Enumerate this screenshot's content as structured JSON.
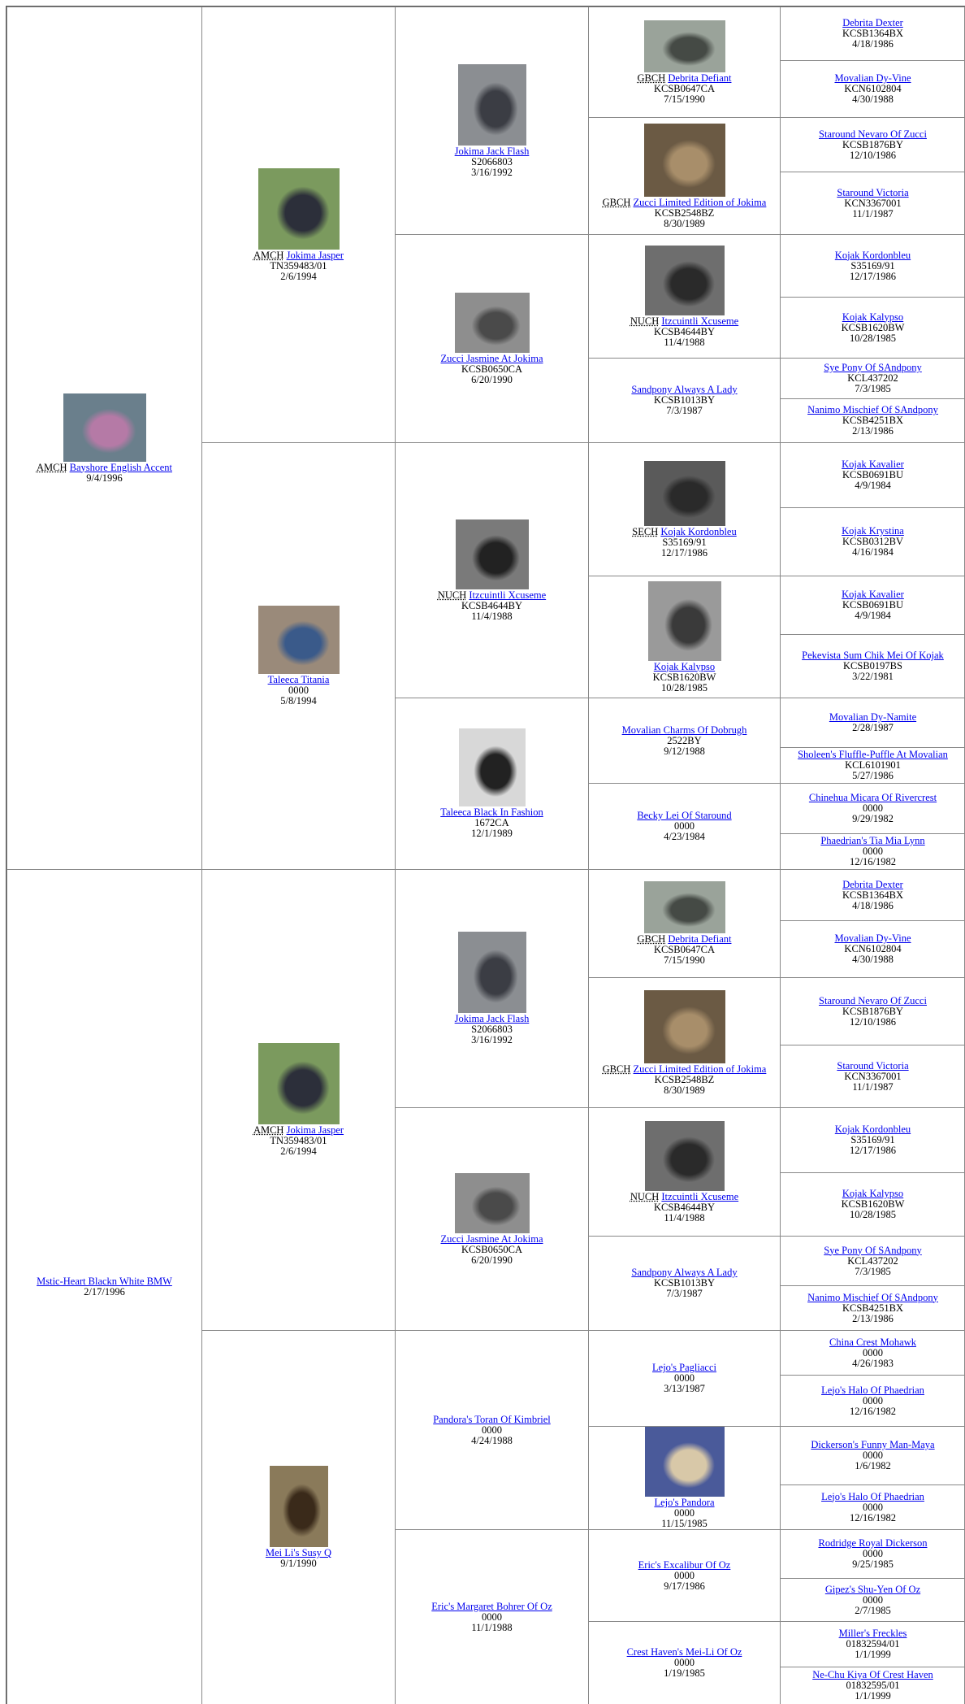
{
  "pedigree": [
    {
      "title": "AMCH",
      "name": "Bayshore English Accent",
      "lines": [
        "9/4/1996"
      ],
      "photo": {
        "bg": "#6a7f8c",
        "fg": "#b57aa6"
      }
    },
    {
      "title": "AMCH",
      "name": "Jokima Jasper",
      "lines": [
        "TN359483/01",
        "2/6/1994"
      ],
      "photo": {
        "bg": "#7b9a5e",
        "fg": "#2c2f3a"
      }
    },
    {
      "title": "",
      "name": "Jokima Jack Flash",
      "lines": [
        "S2066803",
        "3/16/1992"
      ],
      "photo": {
        "bg": "#8b8e92",
        "fg": "#3b3d44"
      }
    },
    {
      "title": "GBCH",
      "name": "Debrita Defiant",
      "lines": [
        "KCSB0647CA",
        "7/15/1990"
      ],
      "photo": {
        "bg": "#9aa39a",
        "fg": "#454a45"
      }
    },
    {
      "title": "",
      "name": "Debrita Dexter",
      "lines": [
        "KCSB1364BX",
        "4/18/1986"
      ]
    },
    {
      "title": "",
      "name": "Movalian Dy-Vine",
      "lines": [
        "KCN6102804",
        "4/30/1988"
      ]
    },
    {
      "title": "GBCH",
      "name": "Zucci Limited Edition of Jokima",
      "lines": [
        "KCSB2548BZ",
        "8/30/1989"
      ],
      "photo": {
        "bg": "#6b5a44",
        "fg": "#a88e6a"
      }
    },
    {
      "title": "",
      "name": "Staround Nevaro Of Zucci",
      "lines": [
        "KCSB1876BY",
        "12/10/1986"
      ]
    },
    {
      "title": "",
      "name": "Staround Victoria",
      "lines": [
        "KCN3367001",
        "11/1/1987"
      ]
    },
    {
      "title": "",
      "name": "Zucci Jasmine At Jokima",
      "lines": [
        "KCSB0650CA",
        "6/20/1990"
      ],
      "photo": {
        "bg": "#8e8e8e",
        "fg": "#4a4a4a"
      }
    },
    {
      "title": "NUCH",
      "name": "Itzcuintli Xcuseme",
      "lines": [
        "KCSB4644BY",
        "11/4/1988"
      ],
      "photo": {
        "bg": "#6e6e6e",
        "fg": "#2a2a2a"
      }
    },
    {
      "title": "",
      "name": "Kojak Kordonbleu",
      "lines": [
        "S35169/91",
        "12/17/1986"
      ]
    },
    {
      "title": "",
      "name": "Kojak Kalypso",
      "lines": [
        "KCSB1620BW",
        "10/28/1985"
      ]
    },
    {
      "title": "",
      "name": "Sandpony Always A Lady",
      "lines": [
        "KCSB1013BY",
        "7/3/1987"
      ]
    },
    {
      "title": "",
      "name": "Sye Pony Of SAndpony",
      "lines": [
        "KCL437202",
        "7/3/1985"
      ]
    },
    {
      "title": "",
      "name": "Nanimo Mischief Of SAndpony",
      "lines": [
        "KCSB4251BX",
        "2/13/1986"
      ]
    },
    {
      "title": "",
      "name": "Taleeca Titania",
      "lines": [
        "0000",
        "5/8/1994"
      ],
      "photo": {
        "bg": "#9a8a7a",
        "fg": "#3a5a8a"
      }
    },
    {
      "title": "NUCH",
      "name": "Itzcuintli Xcuseme",
      "lines": [
        "KCSB4644BY",
        "11/4/1988"
      ],
      "photo": {
        "bg": "#7a7a7a",
        "fg": "#222222"
      }
    },
    {
      "title": "SECH",
      "name": "Kojak Kordonbleu",
      "lines": [
        "S35169/91",
        "12/17/1986"
      ],
      "photo": {
        "bg": "#5a5a5a",
        "fg": "#2a2a2a"
      }
    },
    {
      "title": "",
      "name": "Kojak Kavalier",
      "lines": [
        "KCSB0691BU",
        "4/9/1984"
      ]
    },
    {
      "title": "",
      "name": "Kojak Krystina",
      "lines": [
        "KCSB0312BV",
        "4/16/1984"
      ]
    },
    {
      "title": "",
      "name": "Kojak Kalypso",
      "lines": [
        "KCSB1620BW",
        "10/28/1985"
      ],
      "photo": {
        "bg": "#9a9a9a",
        "fg": "#3a3a3a"
      }
    },
    {
      "title": "",
      "name": "Kojak Kavalier",
      "lines": [
        "KCSB0691BU",
        "4/9/1984"
      ]
    },
    {
      "title": "",
      "name": "Pekevista Sum Chik Mei Of Kojak",
      "lines": [
        "KCSB0197BS",
        "3/22/1981"
      ]
    },
    {
      "title": "",
      "name": "Taleeca Black In Fashion",
      "lines": [
        "1672CA",
        "12/1/1989"
      ],
      "photo": {
        "bg": "#d8d8d8",
        "fg": "#222222"
      }
    },
    {
      "title": "",
      "name": "Movalian Charms Of Dobrugh",
      "lines": [
        "2522BY",
        "9/12/1988"
      ]
    },
    {
      "title": "",
      "name": "Movalian Dy-Namite",
      "lines": [
        "2/28/1987"
      ]
    },
    {
      "title": "",
      "name": "Sholeen's Fluffle-Puffle At Movalian",
      "lines": [
        "KCL6101901",
        "5/27/1986"
      ]
    },
    {
      "title": "",
      "name": "Becky Lei Of Staround",
      "lines": [
        "0000",
        "4/23/1984"
      ]
    },
    {
      "title": "",
      "name": "Chinehua Micara Of Rivercrest",
      "lines": [
        "0000",
        "9/29/1982"
      ]
    },
    {
      "title": "",
      "name": "Phaedrian's Tia Mia Lynn",
      "lines": [
        "0000",
        "12/16/1982"
      ]
    },
    {
      "title": "",
      "name": "Mstic-Heart Blackn White BMW",
      "lines": [
        "2/17/1996"
      ]
    },
    {
      "title": "AMCH",
      "name": "Jokima Jasper",
      "lines": [
        "TN359483/01",
        "2/6/1994"
      ],
      "photo": {
        "bg": "#7b9a5e",
        "fg": "#2c2f3a"
      }
    },
    {
      "title": "",
      "name": "Jokima Jack Flash",
      "lines": [
        "S2066803",
        "3/16/1992"
      ],
      "photo": {
        "bg": "#8b8e92",
        "fg": "#3b3d44"
      }
    },
    {
      "title": "GBCH",
      "name": "Debrita Defiant",
      "lines": [
        "KCSB0647CA",
        "7/15/1990"
      ],
      "photo": {
        "bg": "#9aa39a",
        "fg": "#454a45"
      }
    },
    {
      "title": "",
      "name": "Debrita Dexter",
      "lines": [
        "KCSB1364BX",
        "4/18/1986"
      ]
    },
    {
      "title": "",
      "name": "Movalian Dy-Vine",
      "lines": [
        "KCN6102804",
        "4/30/1988"
      ]
    },
    {
      "title": "GBCH",
      "name": "Zucci Limited Edition of Jokima",
      "lines": [
        "KCSB2548BZ",
        "8/30/1989"
      ],
      "photo": {
        "bg": "#6b5a44",
        "fg": "#a88e6a"
      }
    },
    {
      "title": "",
      "name": "Staround Nevaro Of Zucci",
      "lines": [
        "KCSB1876BY",
        "12/10/1986"
      ]
    },
    {
      "title": "",
      "name": "Staround Victoria",
      "lines": [
        "KCN3367001",
        "11/1/1987"
      ]
    },
    {
      "title": "",
      "name": "Zucci Jasmine At Jokima",
      "lines": [
        "KCSB0650CA",
        "6/20/1990"
      ],
      "photo": {
        "bg": "#8e8e8e",
        "fg": "#4a4a4a"
      }
    },
    {
      "title": "NUCH",
      "name": "Itzcuintli Xcuseme",
      "lines": [
        "KCSB4644BY",
        "11/4/1988"
      ],
      "photo": {
        "bg": "#6e6e6e",
        "fg": "#2a2a2a"
      }
    },
    {
      "title": "",
      "name": "Kojak Kordonbleu",
      "lines": [
        "S35169/91",
        "12/17/1986"
      ]
    },
    {
      "title": "",
      "name": "Kojak Kalypso",
      "lines": [
        "KCSB1620BW",
        "10/28/1985"
      ]
    },
    {
      "title": "",
      "name": "Sandpony Always A Lady",
      "lines": [
        "KCSB1013BY",
        "7/3/1987"
      ]
    },
    {
      "title": "",
      "name": "Sye Pony Of SAndpony",
      "lines": [
        "KCL437202",
        "7/3/1985"
      ]
    },
    {
      "title": "",
      "name": "Nanimo Mischief Of SAndpony",
      "lines": [
        "KCSB4251BX",
        "2/13/1986"
      ]
    },
    {
      "title": "",
      "name": "Mei Li's Susy Q",
      "lines": [
        "9/1/1990"
      ],
      "photo": {
        "bg": "#8a7a5a",
        "fg": "#3a2a1a"
      }
    },
    {
      "title": "",
      "name": "Pandora's Toran Of Kimbriel",
      "lines": [
        "0000",
        "4/24/1988"
      ]
    },
    {
      "title": "",
      "name": "Lejo's Pagliacci",
      "lines": [
        "0000",
        "3/13/1987"
      ]
    },
    {
      "title": "",
      "name": "China Crest Mohawk",
      "lines": [
        "0000",
        "4/26/1983"
      ]
    },
    {
      "title": "",
      "name": "Lejo's Halo Of Phaedrian",
      "lines": [
        "0000",
        "12/16/1982"
      ]
    },
    {
      "title": "",
      "name": "Lejo's Pandora",
      "lines": [
        "0000",
        "11/15/1985"
      ],
      "photo": {
        "bg": "#4a5a9a",
        "fg": "#d8c8a8"
      }
    },
    {
      "title": "",
      "name": "Dickerson's Funny Man-Maya",
      "lines": [
        "0000",
        "1/6/1982"
      ]
    },
    {
      "title": "",
      "name": "Lejo's Halo Of Phaedrian",
      "lines": [
        "0000",
        "12/16/1982"
      ]
    },
    {
      "title": "",
      "name": "Eric's Margaret Bohrer Of Oz",
      "lines": [
        "0000",
        "11/1/1988"
      ]
    },
    {
      "title": "",
      "name": "Eric's Excalibur Of Oz",
      "lines": [
        "0000",
        "9/17/1986"
      ]
    },
    {
      "title": "",
      "name": "Rodridge Royal Dickerson",
      "lines": [
        "0000",
        "9/25/1985"
      ]
    },
    {
      "title": "",
      "name": "Gipez's Shu-Yen Of Oz",
      "lines": [
        "0000",
        "2/7/1985"
      ]
    },
    {
      "title": "",
      "name": "Crest Haven's Mei-Li Of Oz",
      "lines": [
        "0000",
        "1/19/1985"
      ]
    },
    {
      "title": "",
      "name": "Miller's Freckles",
      "lines": [
        "01832594/01",
        "1/1/1999"
      ]
    },
    {
      "title": "",
      "name": "Ne-Chu Kiya Of Crest Haven",
      "lines": [
        "01832595/01",
        "1/1/1999"
      ]
    }
  ]
}
